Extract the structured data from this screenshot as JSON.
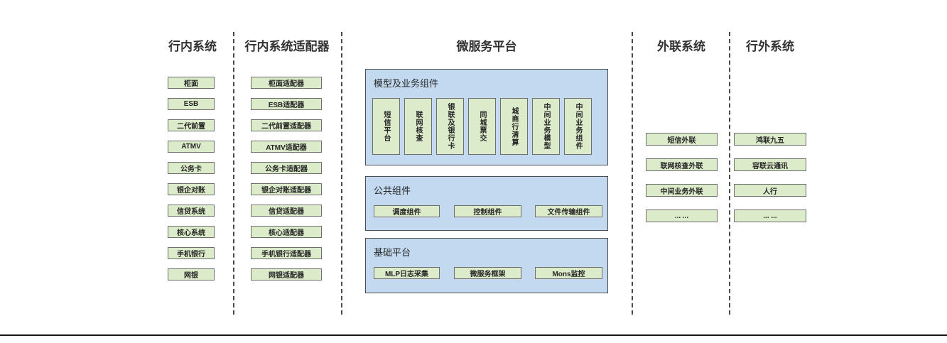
{
  "diagram": {
    "columns": {
      "internal": {
        "title": "行内系统",
        "items": [
          "柜面",
          "ESB",
          "二代前置",
          "ATMV",
          "公务卡",
          "银企对账",
          "信贷系统",
          "核心系统",
          "手机银行",
          "网银"
        ]
      },
      "adapters": {
        "title": "行内系统适配器",
        "items": [
          "柜面适配器",
          "ESB适配器",
          "二代前置适配器",
          "ATMV适配器",
          "公务卡适配器",
          "银企对账适配器",
          "信贷适配器",
          "核心适配器",
          "手机银行适配器",
          "网银适配器"
        ]
      },
      "platform": {
        "title": "微服务平台",
        "groups": {
          "model": {
            "title": "模型及业务组件",
            "items": [
              "短信平台",
              "联网核查",
              "银联及银行卡",
              "同城票交",
              "城商行清算",
              "中间业务模型",
              "中间业务组件"
            ]
          },
          "common": {
            "title": "公共组件",
            "items": [
              "调度组件",
              "控制组件",
              "文件传输组件"
            ]
          },
          "base": {
            "title": "基础平台",
            "items": [
              "MLP日志采集",
              "微服务框架",
              "Mons监控"
            ]
          }
        }
      },
      "outlink": {
        "title": "外联系统",
        "items": [
          "短信外联",
          "联网核查外联",
          "中间业务外联",
          "... ..."
        ]
      },
      "external": {
        "title": "行外系统",
        "items": [
          "鸿联九五",
          "容联云通讯",
          "人行",
          "... ..."
        ]
      }
    },
    "colors": {
      "box_green_fill": "#dcebc9",
      "box_green_border": "#6e6e6e",
      "panel_blue_fill": "#c3d9f0",
      "panel_blue_border": "#4d4d4d",
      "divider": "#4a4a4a",
      "title_text": "#333333",
      "bottom_rule": "#161616"
    }
  }
}
